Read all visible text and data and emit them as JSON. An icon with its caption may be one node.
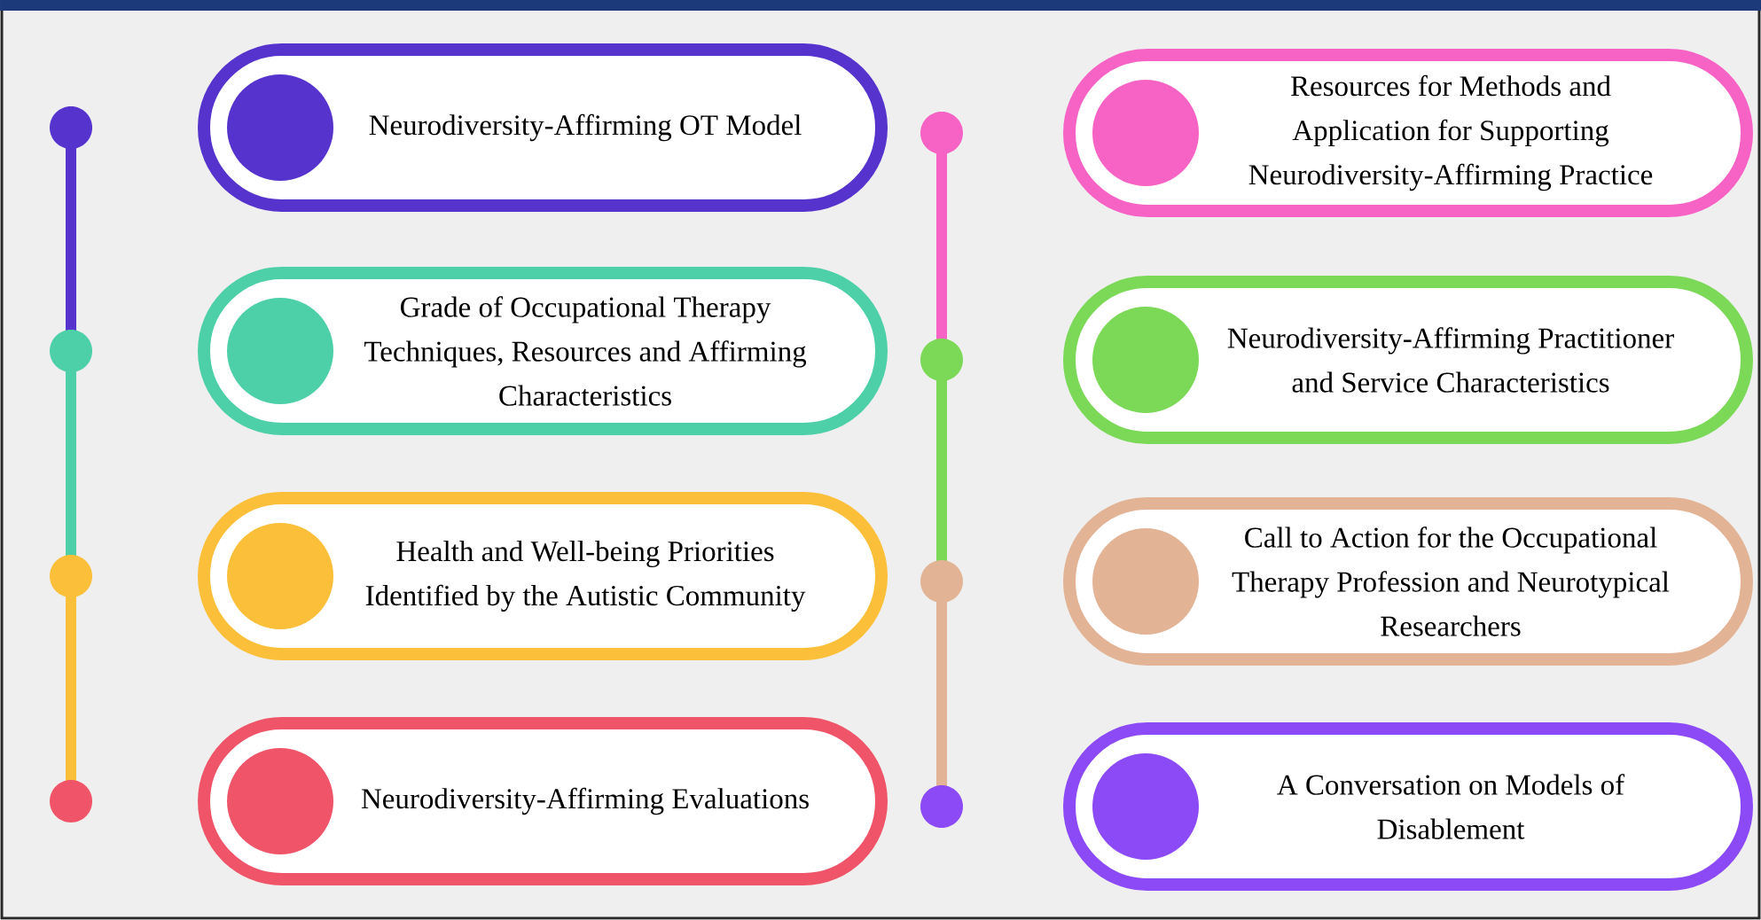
{
  "diagram": {
    "nodes": [
      {
        "text": [
          "Neurodiversity-Affirming OT Model"
        ]
      },
      {
        "text": [
          "Grade of Occupational Therapy Techniques, Resources and Affirming Characteristics"
        ]
      },
      {
        "text": [
          "Health and Well-being Priorities Identified by the Autistic Community"
        ]
      },
      {
        "text": [
          "Neurodiversity-Affirming Evaluations"
        ]
      },
      {
        "text": [
          "Resources for Methods and Application for Supporting Neurodiversity-Affirming Practice"
        ]
      },
      {
        "text": [
          "Neurodiversity-Affirming Practitioner and Service Characteristics"
        ]
      },
      {
        "text": [
          "Call to Action for the Occupational Therapy Profession and Neurotypical Researchers"
        ]
      },
      {
        "text": [
          "A Conversation on Models of Disablement"
        ]
      }
    ]
  }
}
